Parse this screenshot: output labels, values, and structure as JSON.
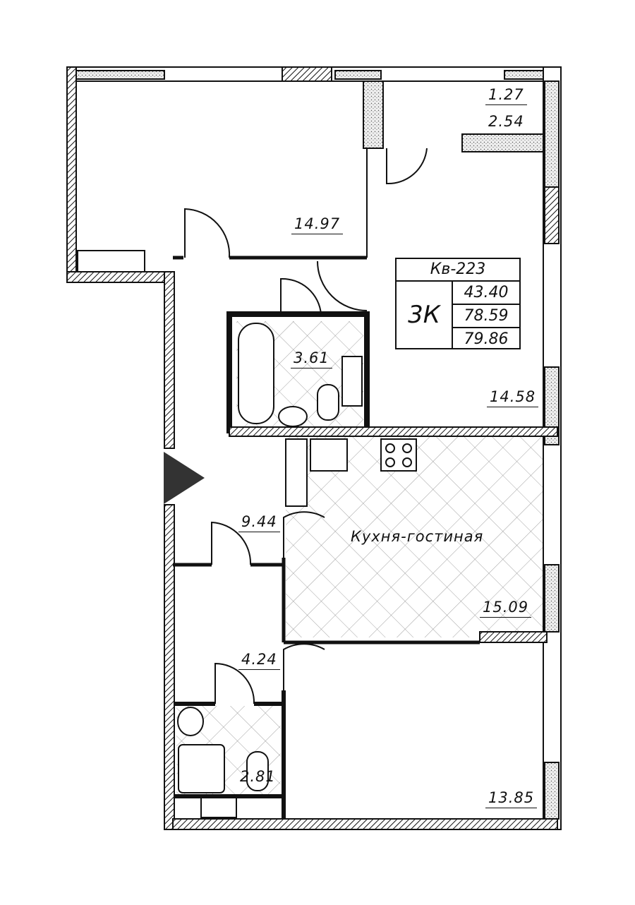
{
  "apartment": {
    "number_label": "Кв-223",
    "room_count_label": "3К",
    "areas": [
      "43.40",
      "78.59",
      "79.86"
    ]
  },
  "rooms": {
    "bedroom_top_left": "14.97",
    "balcony_inner": "1.27",
    "balcony_outer": "2.54",
    "bedroom_right": "14.58",
    "bathroom": "3.61",
    "hallway": "9.44",
    "kitchen_name": "Кухня-гостиная",
    "kitchen_area": "15.09",
    "corridor_small": "4.24",
    "wc": "2.81",
    "bedroom_bottom": "13.85"
  },
  "colors": {
    "wall": "#111111",
    "fill": "#ffffff",
    "entrance": "#333333"
  }
}
